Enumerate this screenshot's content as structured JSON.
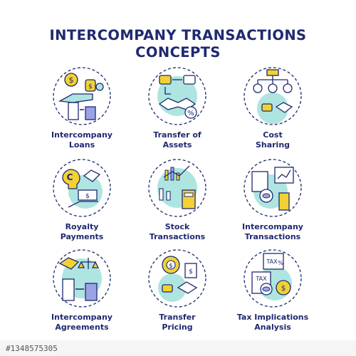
{
  "title": {
    "line1": "INTERCOMPANY TRANSACTIONS",
    "line2": "CONCEPTS"
  },
  "colors": {
    "navy": "#1f2970",
    "teal": "#aee5e0",
    "yellow": "#f2d233",
    "purple": "#9aa3e6",
    "white": "#ffffff"
  },
  "icons": [
    {
      "name": "intercompany-loans-icon",
      "line1": "Intercompany",
      "line2": "Loans"
    },
    {
      "name": "transfer-of-assets-icon",
      "line1": "Transfer of",
      "line2": "Assets"
    },
    {
      "name": "cost-sharing-icon",
      "line1": "Cost",
      "line2": "Sharing"
    },
    {
      "name": "royalty-payments-icon",
      "line1": "Royalty",
      "line2": "Payments"
    },
    {
      "name": "stock-transactions-icon",
      "line1": "Stock",
      "line2": "Transactions"
    },
    {
      "name": "intercompany-transactions-icon",
      "line1": "Intercompany",
      "line2": "Transactions"
    },
    {
      "name": "intercompany-agreements-icon",
      "line1": "Intercompany",
      "line2": "Agreements"
    },
    {
      "name": "transfer-pricing-icon",
      "line1": "Transfer",
      "line2": "Pricing"
    },
    {
      "name": "tax-implications-analysis-icon",
      "line1": "Tax Implications",
      "line2": "Analysis"
    }
  ],
  "glyphs": {
    "dollar": "$",
    "percent": "%",
    "copyright": "C",
    "tax": "TAX"
  },
  "watermark": {
    "id": "#1348575305"
  }
}
